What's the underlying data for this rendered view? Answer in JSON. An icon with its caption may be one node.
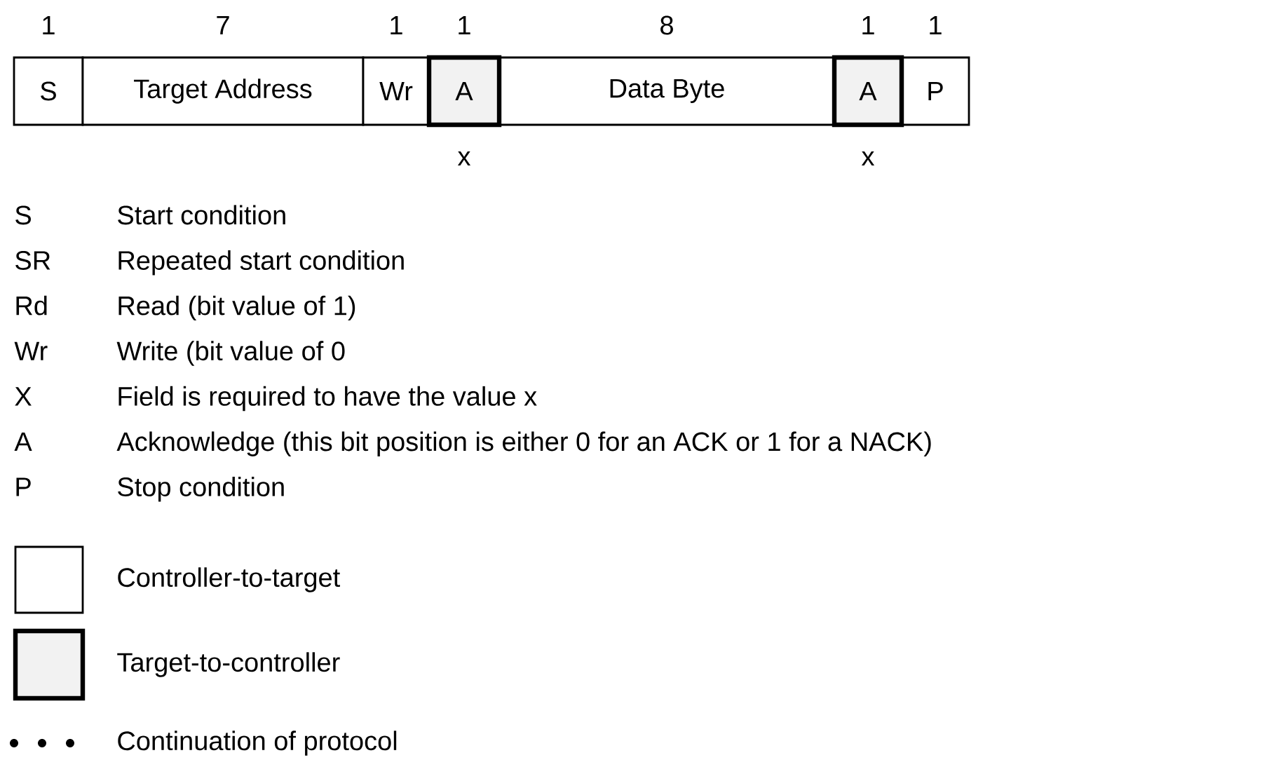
{
  "diagram": {
    "nodes": [
      {
        "text": [
          "S"
        ],
        "beside": [
          "1"
        ]
      },
      {
        "text": [
          "Target  Address"
        ],
        "beside": [
          "7"
        ]
      },
      {
        "text": [
          "Wr"
        ],
        "beside": [
          "1"
        ]
      },
      {
        "text": [
          "A"
        ],
        "beside": [
          "1",
          "x"
        ]
      },
      {
        "text": [
          "Data Byte"
        ],
        "beside": [
          "8"
        ]
      },
      {
        "text": [
          "A"
        ],
        "beside": [
          "1",
          "x"
        ]
      },
      {
        "text": [
          "P"
        ],
        "beside": [
          "1"
        ]
      }
    ],
    "labels": [
      "S",
      "Start condition",
      "SR",
      "Repeated start condition",
      "Rd",
      "Read (bit value of 1)",
      "Wr",
      "Write (bit value of 0",
      "X",
      "Field is required to have the value x",
      "A",
      "Acknowledge (this bit position is either 0 for an ACK or 1 for a NACK)",
      "P",
      "Stop condition"
    ],
    "legend": [
      {
        "text": "Controller-to-target"
      },
      {
        "text": "Target-to-controller",
        "color": "#f2f2f2"
      },
      {
        "text": "Continuation of protocol"
      }
    ]
  }
}
